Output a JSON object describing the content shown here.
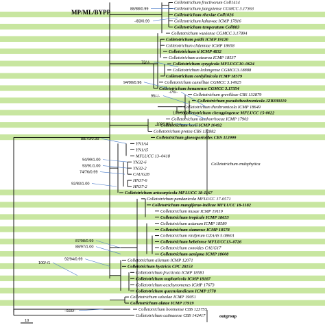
{
  "heading": "MP/ML/BYPP",
  "band_color": "#c8e6a0",
  "highlight_color": "#b40000",
  "taxa": [
    {
      "label": "Colletotrichum fructivorum Coll1414",
      "b": 0
    },
    {
      "label": "Colletotrichum jiangxiense CGMCC 3.17363",
      "b": 0
    },
    {
      "label": "Colletotrichum rhexiae Coll1026",
      "b": 1
    },
    {
      "label": "Colletotrichum kahawae ICMP 17816",
      "b": 0
    },
    {
      "label": "Colletotrichum temperatum Coll883",
      "b": 1
    },
    {
      "label": "Colletotrichum wuxiense CGMCC 3.17894",
      "b": 0
    },
    {
      "label": "Colletotrichum psidii ICMP 19120",
      "b": 1
    },
    {
      "label": "Colletotrichum clidemiae ICMP 18658",
      "b": 0
    },
    {
      "label": "Colletotrichum ti ICMP 4832",
      "b": 1
    },
    {
      "label": "Colletotrichum aotearoa ICMP 18537",
      "b": 0
    },
    {
      "label": "Colletotrichum syzygicola MFLUCC10–0624",
      "b": 1
    },
    {
      "label": "Colletotrichum ledongense CGMCC3.18888",
      "b": 0
    },
    {
      "label": "Colletotrichum cordylinicola ICMP 18579",
      "b": 1
    },
    {
      "label": "Colletotrichum camelliae CGMCC 3.14925",
      "b": 0
    },
    {
      "label": "Colletotrichum henanense CGMCC 3.17354",
      "b": 1
    },
    {
      "label": "Colletotrichum grevilleae CBS 132879",
      "b": 0
    },
    {
      "label": "Colletotrichum pseudotheobromicola JZB330119",
      "b": 1
    },
    {
      "label": "Colletotrichum theobromicola ICMP 18649",
      "b": 0
    },
    {
      "label": "Colletotrichum chengpingense MFLUCC 15-0022",
      "b": 1
    },
    {
      "label": "Colletotrichum xanthorrhoeae ICMP 17903",
      "b": 0
    },
    {
      "label": "Colletotrichum horii ICMP 10492",
      "b": 1
    },
    {
      "label": "Colletotrichum protea CBS 132882",
      "b": 0
    },
    {
      "label": "Colletotrichum gloeosporioides CBS 112999",
      "b": 1
    },
    {
      "label": "YN1A4",
      "b": 0
    },
    {
      "label": "YN1A5",
      "b": 0
    },
    {
      "label": "MFLUCC 13–0418",
      "b": 0
    },
    {
      "label": "YN32-6",
      "b": 0
    },
    {
      "label": "YN32-2",
      "b": 0
    },
    {
      "label": "CAUG28",
      "b": 0
    },
    {
      "label": "HN37-6",
      "b": 0
    },
    {
      "label": "HN37-2",
      "b": 0
    },
    {
      "label": "Colletotrichum artocarpicola MFLUCC 18-1167",
      "b": 1,
      "hl": true
    },
    {
      "label": "Colletotrichum pandanicola MFLUCC 17-0571",
      "b": 0
    },
    {
      "label": "Colletotrichum mangiferae-indicae MFLUCC 18-1182",
      "b": 1
    },
    {
      "label": "Colletotrichum musae ICMP 19119",
      "b": 0
    },
    {
      "label": "Colletotrichum tropicale ICMP 18653",
      "b": 1
    },
    {
      "label": "Colletotrichum asianum ICMP 18580",
      "b": 0
    },
    {
      "label": "Colletotrichum siamense ICMP 18578",
      "b": 1
    },
    {
      "label": "Colletotrichum viniferum GZAAS 5.08601",
      "b": 0
    },
    {
      "label": "Colletotrichum hebeiense MFLUCC13–0726",
      "b": 1
    },
    {
      "label": "Colletotrichum conoides CAUG17",
      "b": 0
    },
    {
      "label": "Colletotrichum aenigma ICMP 18608",
      "b": 1
    },
    {
      "label": "Colletotrichum alienum ICMP 12071",
      "b": 0
    },
    {
      "label": "Colletotrichum hystricis CPC 28153",
      "b": 1
    },
    {
      "label": "Colletotrichum fructicola ICMP 18581",
      "b": 0
    },
    {
      "label": "Colletotrichum nupharicola ICMP 18187",
      "b": 1
    },
    {
      "label": "Colletotrichum aeschynomenes ICMP 17673",
      "b": 0
    },
    {
      "label": "Colletotrichum queenslandicum ICMP 1778",
      "b": 1
    },
    {
      "label": "Colletotrichum salsolae ICMP 19051",
      "b": 0
    },
    {
      "label": "Colletotrichum alatae ICMP 17919",
      "b": 1
    },
    {
      "label": "Colletotrichum boninense CBS 123755",
      "b": 0
    },
    {
      "label": "Colletotrichum catinaense CBS 142417",
      "b": 0
    }
  ],
  "supports": [
    {
      "text": "88/88/0.99",
      "t": 1
    },
    {
      "text": "-/83/0.99",
      "t": 2.5
    },
    {
      "text": "73/-/-",
      "t": 10.5
    },
    {
      "text": "94/90/0.96",
      "t": 14
    },
    {
      "text": "95/-/-",
      "t": 16.5
    },
    {
      "text": "-/76/-",
      "t": 17
    },
    {
      "text": "100/98/1",
      "t": 19
    },
    {
      "text": "100/100/1",
      "t": 20
    },
    {
      "text": "88/79/0.99",
      "t": 23
    },
    {
      "text": "94/99/1.00",
      "t": 26
    },
    {
      "text": "93/91/1.00",
      "t": 27
    },
    {
      "text": "74/76/0.99",
      "t": 28
    },
    {
      "text": "92/83/1.00",
      "t": 30
    },
    {
      "text": "87/98/0.99",
      "t": 40
    },
    {
      "text": "88/97/1.00",
      "t": 41
    },
    {
      "text": "92/94/0.99",
      "t": 43
    },
    {
      "text": "100/-/1",
      "t": 44.5
    },
    {
      "text": "-/100/-",
      "t": 50
    }
  ],
  "clades": {
    "endophytica": "Colletotrichum endophytica",
    "outgroup": "outgroup"
  },
  "scale_label": "10"
}
